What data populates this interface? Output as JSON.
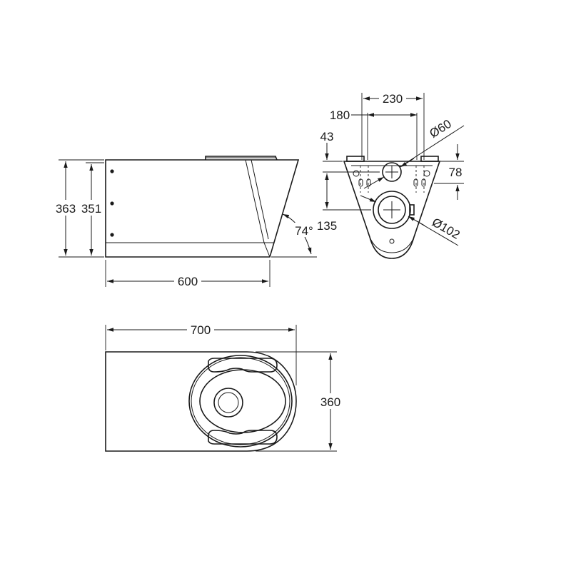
{
  "side_view": {
    "height_overall": "363",
    "height_body": "351",
    "depth": "600",
    "angle": "74°"
  },
  "rear_view": {
    "width_outer": "230",
    "width_inner": "180",
    "top_offset": "43",
    "pipe_small": "Ø60",
    "pipe_large": "Ø102",
    "right_offset": "78",
    "outlet_height": "135"
  },
  "top_view": {
    "length": "700",
    "width": "360"
  }
}
